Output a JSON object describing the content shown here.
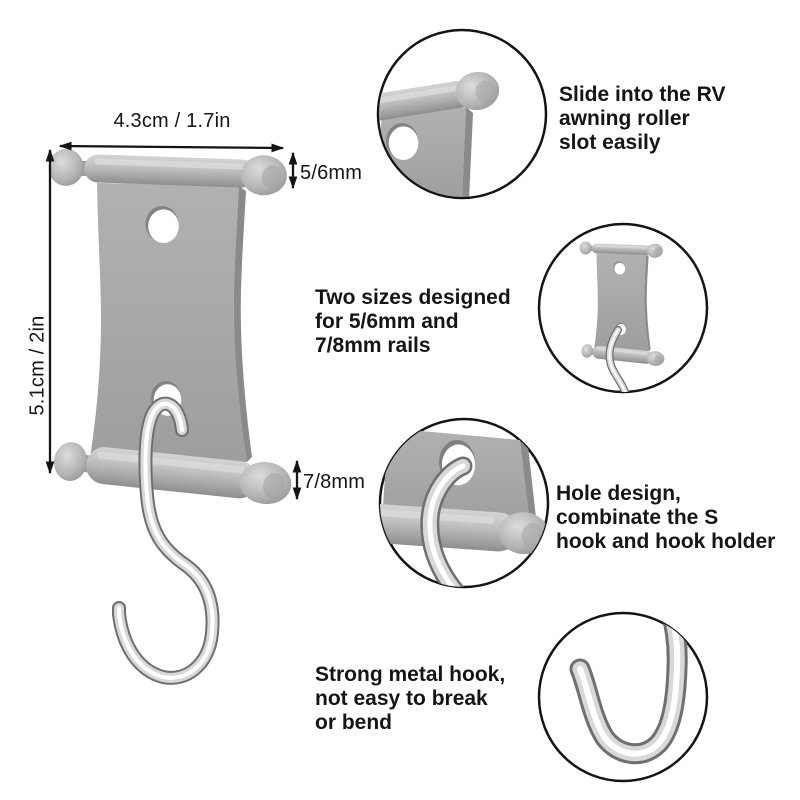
{
  "dimensions": {
    "width": "4.3cm / 1.7in",
    "height": "5.1cm / 2in",
    "top_rail": "5/6mm",
    "bottom_rail": "7/8mm"
  },
  "callouts": [
    {
      "lines": [
        "Slide into the RV",
        "awning roller",
        "slot easily"
      ]
    },
    {
      "lines": [
        "Two sizes designed",
        "for 5/6mm and",
        "7/8mm rails"
      ]
    },
    {
      "lines": [
        "Hole design,",
        "combinate the S",
        "hook and hook holder"
      ]
    },
    {
      "lines": [
        "Strong metal hook,",
        "not easy to break",
        "or bend"
      ]
    }
  ],
  "colors": {
    "plastic": "#a9a9a9",
    "outline": "#141414",
    "text": "#151515",
    "background": "#ffffff"
  }
}
